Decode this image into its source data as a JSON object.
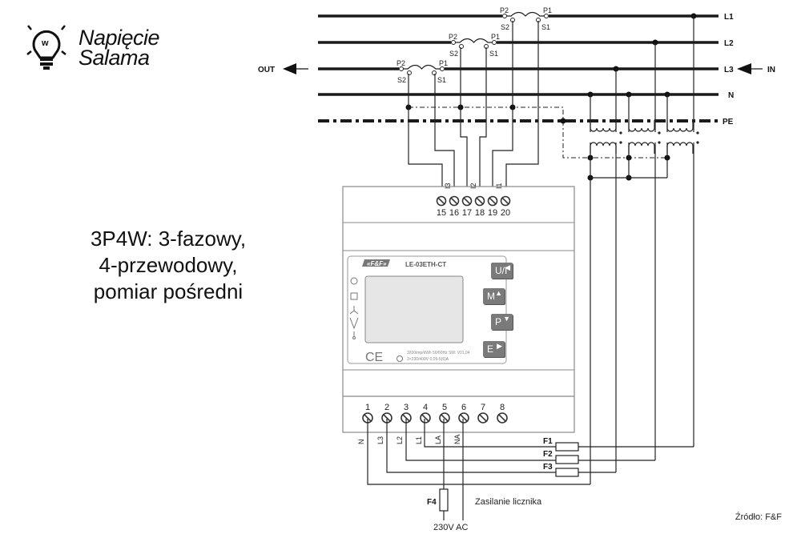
{
  "logo": {
    "line1": "Napięcie",
    "line2": "Salama",
    "icon": "lightbulb-icon"
  },
  "caption": {
    "lines": [
      "3P4W: 3-fazowy,",
      "4-przewodowy,",
      "pomiar pośredni"
    ]
  },
  "source": "Źródło: F&F",
  "bus": {
    "lines": [
      "L1",
      "L2",
      "L3",
      "N",
      "PE"
    ],
    "out_label": "OUT",
    "in_label": "IN"
  },
  "current_transformers": [
    {
      "phase": "L1",
      "p2": "P2",
      "p1": "P1",
      "s2": "S2",
      "s1": "S1"
    },
    {
      "phase": "L2",
      "p2": "P2",
      "p1": "P1",
      "s2": "S2",
      "s1": "S1"
    },
    {
      "phase": "L3",
      "p2": "P2",
      "p1": "P1",
      "s2": "S2",
      "s1": "S1"
    }
  ],
  "meter": {
    "brand": "«F&F»",
    "model": "LE-03ETH-CT",
    "spec_line1": "3200imp/kWh 50/60Hz SW: V01,04",
    "spec_line2": "3×230/400V  0,05-5(6)A",
    "ce_mark": "CE",
    "buttons": [
      {
        "label": "U/I",
        "glyph": "◀"
      },
      {
        "label": "M",
        "glyph": "▲"
      },
      {
        "label": "P",
        "glyph": "▼"
      },
      {
        "label": "E",
        "glyph": "▶"
      }
    ],
    "top_terminals": [
      "15",
      "16",
      "17",
      "18",
      "19",
      "20"
    ],
    "current_inputs": [
      "I3",
      "I2",
      "I1"
    ],
    "bottom_terminals": [
      "1",
      "2",
      "3",
      "4",
      "5",
      "6",
      "7",
      "8"
    ],
    "bottom_labels": [
      "N",
      "L3",
      "L2",
      "L1",
      "LA",
      "NA"
    ]
  },
  "fuses": [
    "F1",
    "F2",
    "F3",
    "F4"
  ],
  "supply": {
    "label": "Zasilanie licznika",
    "voltage": "230V AC"
  }
}
